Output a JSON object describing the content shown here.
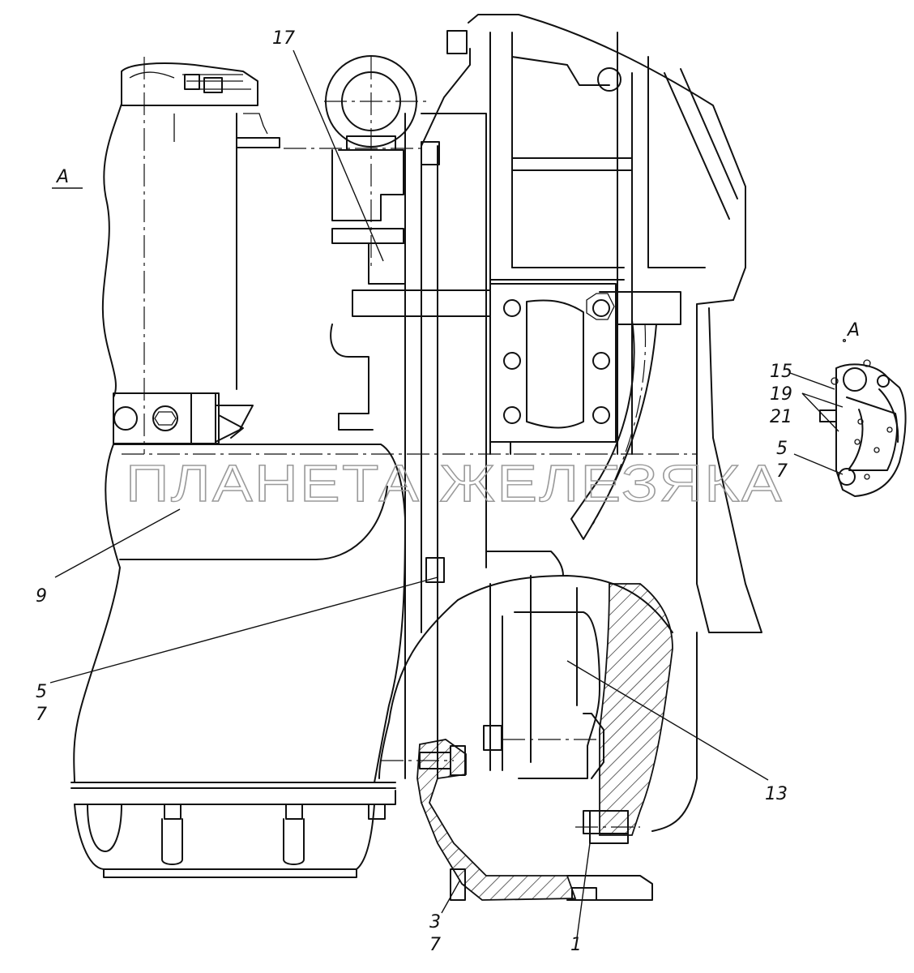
{
  "view_label": "А",
  "inset": {
    "title": "А",
    "callouts": [
      "15",
      "19",
      "21",
      "5",
      "7"
    ]
  },
  "callouts": {
    "c17": "17",
    "c9": "9",
    "c5": "5",
    "c7a": "7",
    "c13": "13",
    "c3": "3",
    "c7b": "7",
    "c1": "1"
  },
  "watermark": "ПЛАНЕТА ЖЕЛЕЗЯКА",
  "colors": {
    "line": "#111111",
    "watermark": "#9a9a9a",
    "background": "#ffffff"
  }
}
